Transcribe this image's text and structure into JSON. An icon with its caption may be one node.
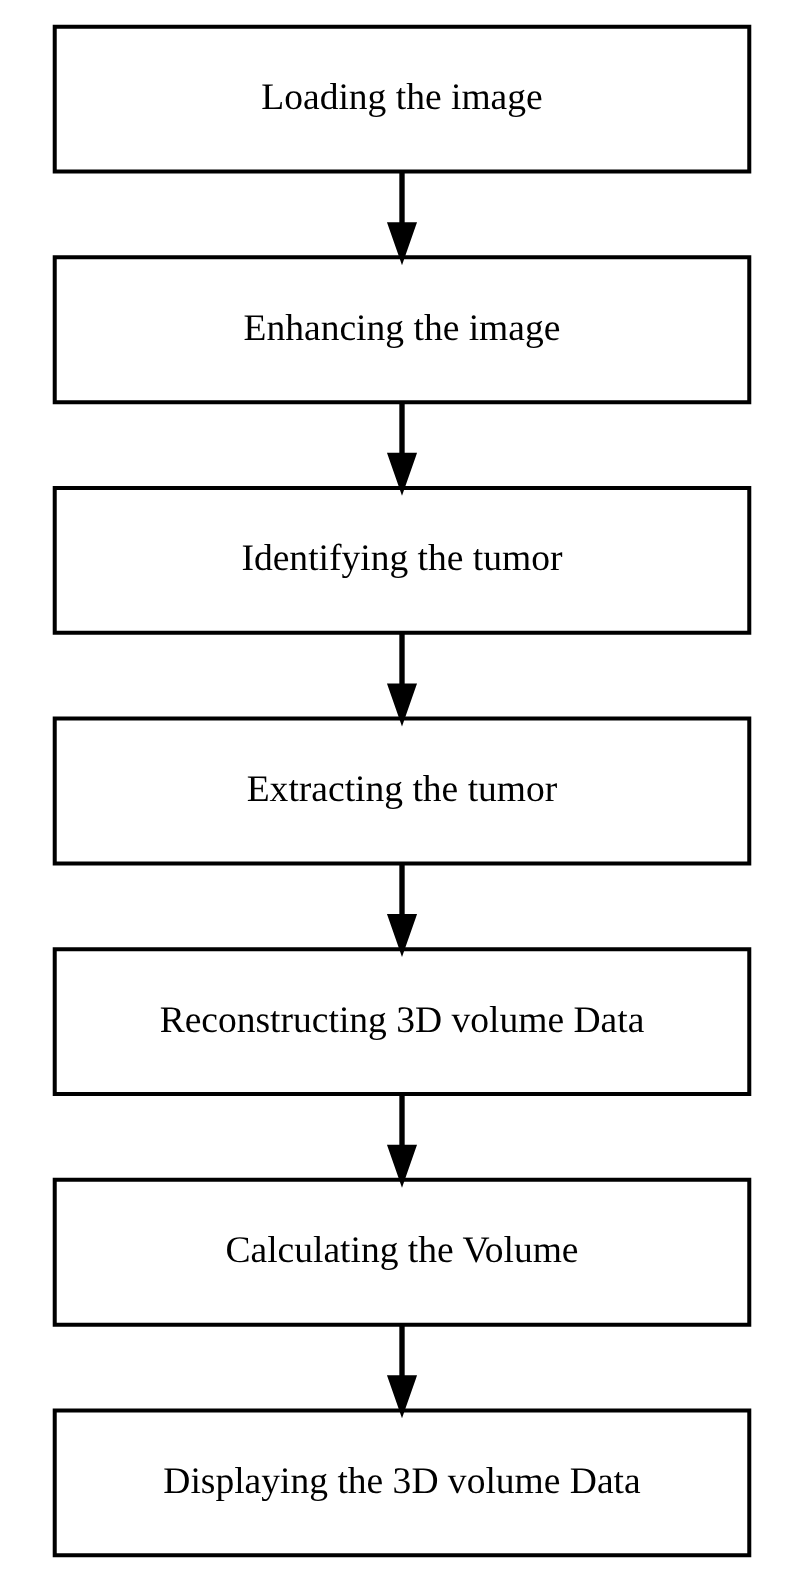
{
  "diagram": {
    "nodes": [
      {
        "text": [
          "Loading the image"
        ]
      },
      {
        "text": [
          "Enhancing the image"
        ]
      },
      {
        "text": [
          "Identifying the tumor"
        ]
      },
      {
        "text": [
          "Extracting the tumor"
        ]
      },
      {
        "text": [
          "Reconstructing 3D volume Data"
        ]
      },
      {
        "text": [
          "Calculating the Volume"
        ]
      },
      {
        "text": [
          "Displaying the 3D volume Data"
        ]
      }
    ],
    "edges": [
      {
        "from": 0,
        "to": 1,
        "arrow": "to"
      },
      {
        "from": 1,
        "to": 2,
        "arrow": "to"
      },
      {
        "from": 2,
        "to": 3,
        "arrow": "to"
      },
      {
        "from": 3,
        "to": 4,
        "arrow": "to"
      },
      {
        "from": 4,
        "to": 5,
        "arrow": "to"
      },
      {
        "from": 5,
        "to": 6,
        "arrow": "to"
      }
    ]
  }
}
